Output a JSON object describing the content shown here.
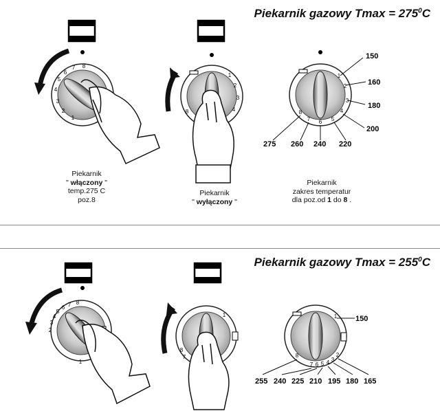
{
  "section1": {
    "title_main": "Piekarnik gazowy Tmax = 275",
    "title_sup": "0",
    "title_unit": "C",
    "caption_on": {
      "line1": "Piekarnik",
      "line2_pre": "\" ",
      "line2_bold": "włączony",
      "line2_post": " \"",
      "line3": "temp.275 C",
      "line4": "poz.8"
    },
    "caption_off": {
      "line1": "Piekarnik",
      "line2_pre": "\" ",
      "line2_bold": "wyłączony",
      "line2_post": " \""
    },
    "caption_range": {
      "line1": "Piekarnik",
      "line2": "zakres temperatur",
      "line3_pre": "dla poz.od ",
      "line3_b1": "1",
      "line3_mid": " do ",
      "line3_b2": "8",
      "line3_post": " ."
    },
    "dial_numbers": [
      "1",
      "2",
      "3",
      "4",
      "5",
      "6",
      "7",
      "8"
    ],
    "temps": [
      "150",
      "160",
      "180",
      "200",
      "220",
      "240",
      "260",
      "275"
    ],
    "degree_mark": "'"
  },
  "section2": {
    "title_main": "Piekarnik gazowy Tmax = 255",
    "title_sup": "0",
    "title_unit": "C",
    "dial_numbers": [
      "1",
      "2",
      "3",
      "4",
      "5",
      "6",
      "7",
      "8"
    ],
    "temps": [
      "150",
      "165",
      "180",
      "195",
      "210",
      "225",
      "240",
      "255"
    ],
    "degree_mark": "'"
  },
  "icons": [
    "window-icon",
    "hand-icon",
    "rotate-arrow-icon",
    "dot-marker-icon",
    "flame-icon"
  ]
}
